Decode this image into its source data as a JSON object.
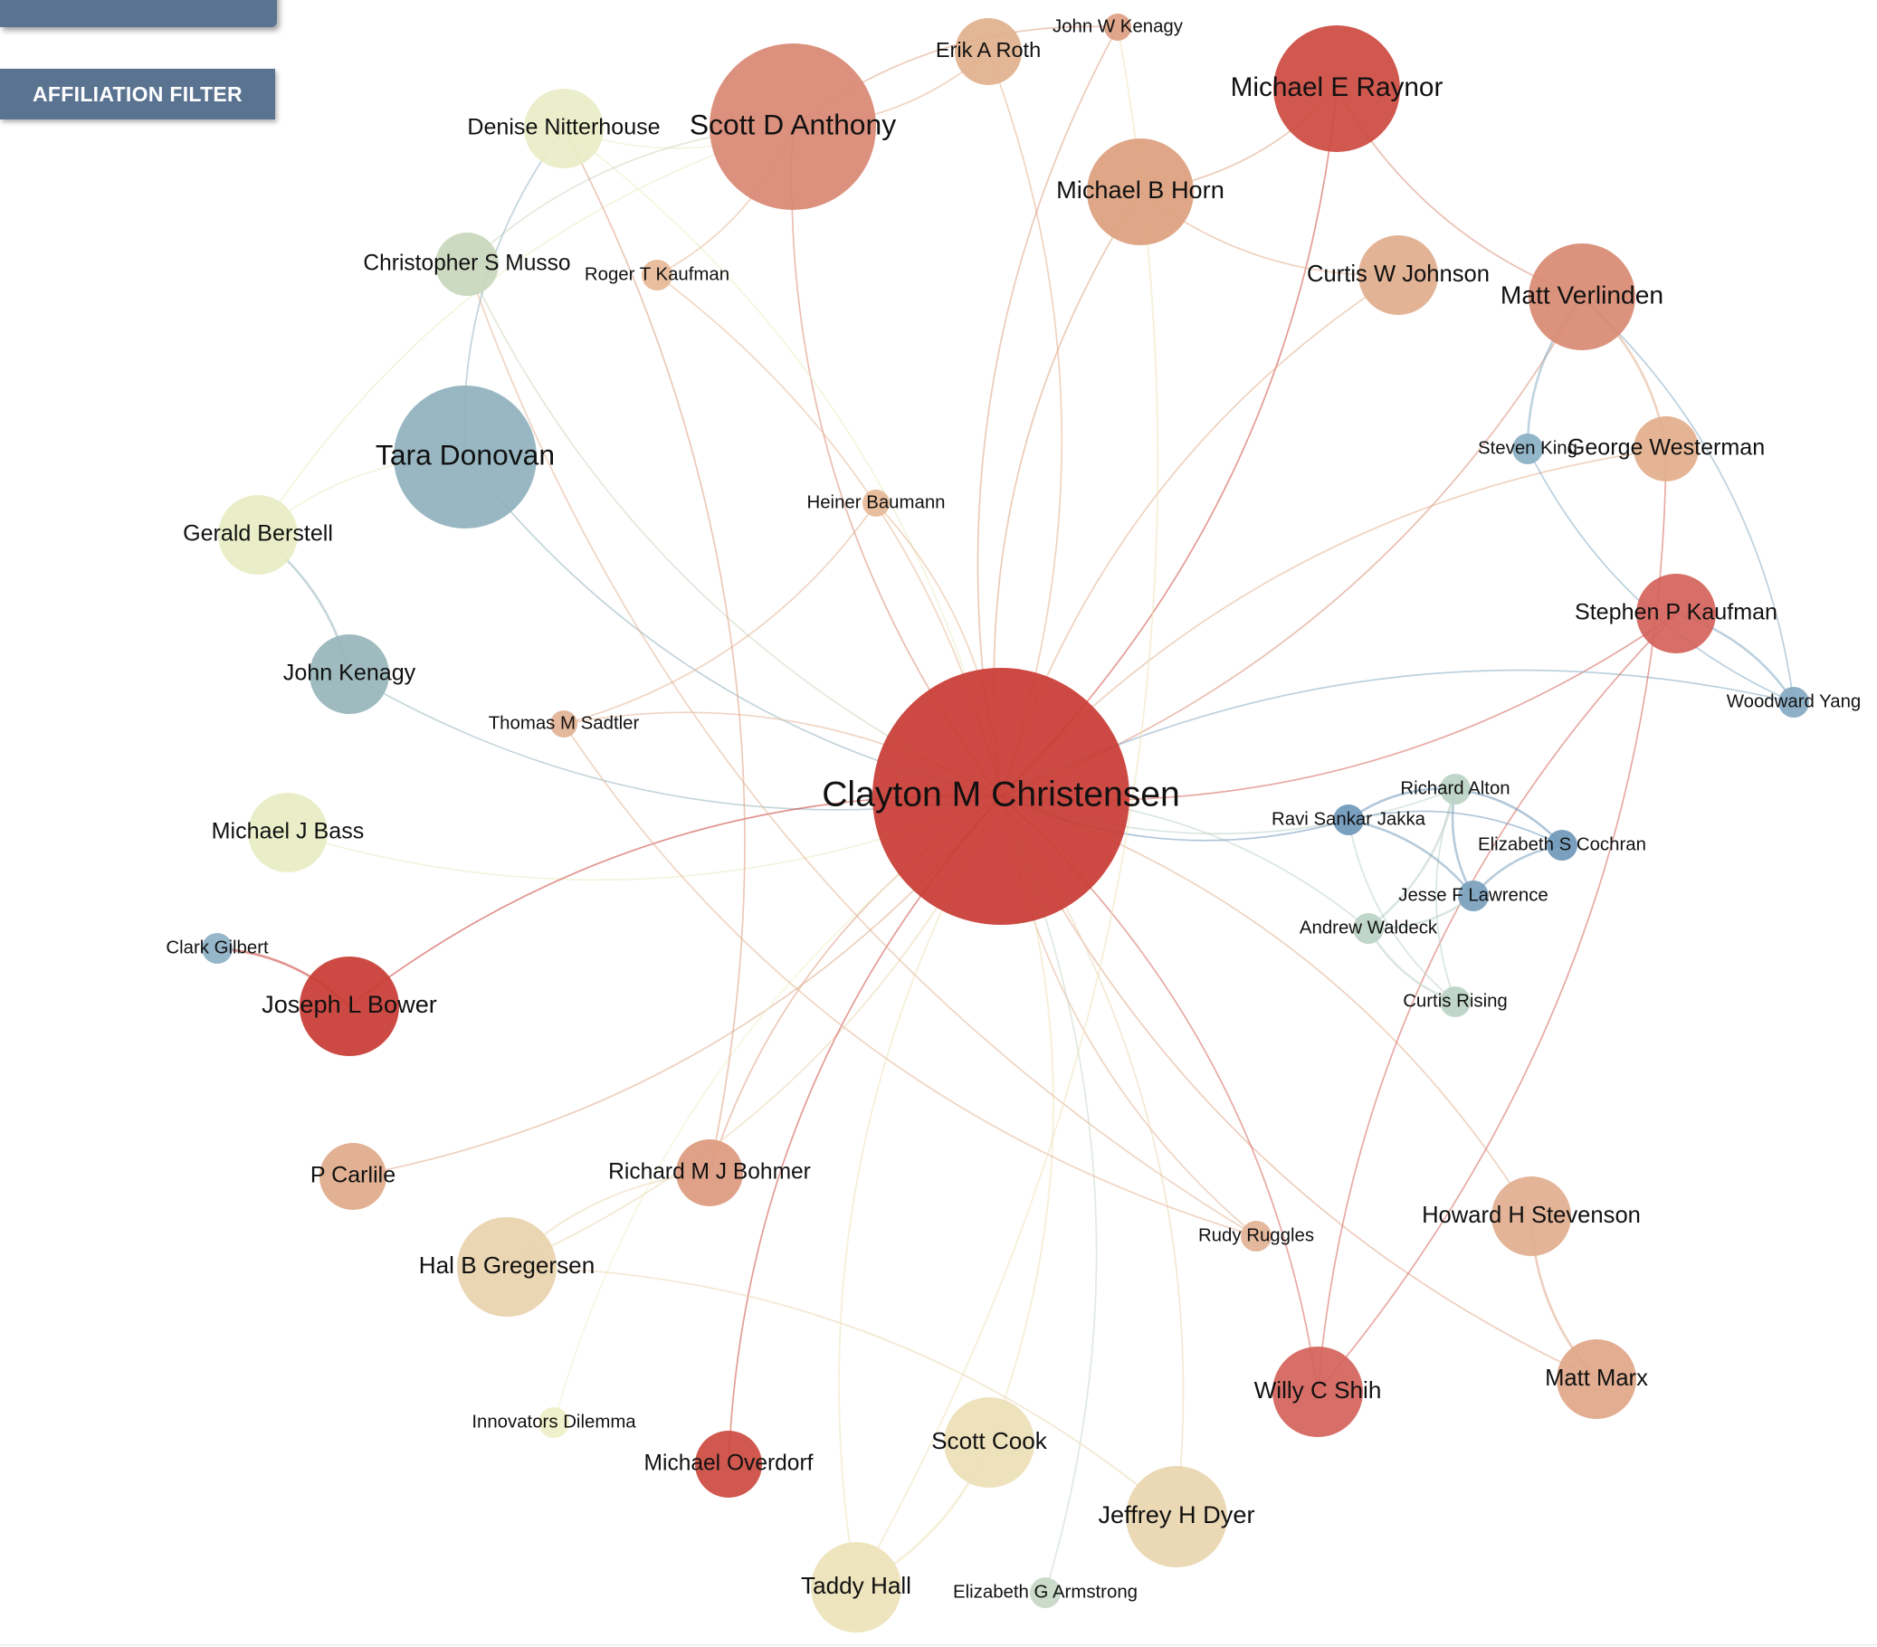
{
  "controls": {
    "affiliation_filter_label": "AFFILIATION FILTER"
  },
  "nodes": [
    {
      "id": "clayton",
      "label": "Clayton M Christensen",
      "color": "#c83b33"
    },
    {
      "id": "scott_anthony",
      "label": "Scott D Anthony",
      "color": "#d98873"
    },
    {
      "id": "raynor",
      "label": "Michael E Raynor",
      "color": "#cc4a40"
    },
    {
      "id": "horn",
      "label": "Michael B Horn",
      "color": "#dca07e"
    },
    {
      "id": "erik_roth",
      "label": "Erik A Roth",
      "color": "#e1b08c"
    },
    {
      "id": "john_w_kenagy",
      "label": "John W Kenagy",
      "color": "#dd9f82"
    },
    {
      "id": "nitterhouse",
      "label": "Denise Nitterhouse",
      "color": "#e9edc5"
    },
    {
      "id": "musso",
      "label": "Christopher S Musso",
      "color": "#c9d7bd"
    },
    {
      "id": "roger_kaufman",
      "label": "Roger T Kaufman",
      "color": "#e6b896"
    },
    {
      "id": "curtis_johnson",
      "label": "Curtis W Johnson",
      "color": "#e1ad8c"
    },
    {
      "id": "verlinden",
      "label": "Matt Verlinden",
      "color": "#d88a72"
    },
    {
      "id": "tara_donovan",
      "label": "Tara Donovan",
      "color": "#8fb1bd"
    },
    {
      "id": "berstell",
      "label": "Gerald Berstell",
      "color": "#e8edc3"
    },
    {
      "id": "baumann",
      "label": "Heiner Baumann",
      "color": "#e6b896"
    },
    {
      "id": "steven_king",
      "label": "Steven King",
      "color": "#8ab0c4"
    },
    {
      "id": "westerman",
      "label": "George Westerman",
      "color": "#e2ae8c"
    },
    {
      "id": "stephen_kaufman",
      "label": "Stephen P Kaufman",
      "color": "#d4625a"
    },
    {
      "id": "woodward_yang",
      "label": "Woodward Yang",
      "color": "#84a9c2"
    },
    {
      "id": "john_kenagy",
      "label": "John Kenagy",
      "color": "#97b5bb"
    },
    {
      "id": "sadtler",
      "label": "Thomas M Sadtler",
      "color": "#e2b294"
    },
    {
      "id": "bass",
      "label": "Michael J Bass",
      "color": "#e8edc3"
    },
    {
      "id": "alton",
      "label": "Richard Alton",
      "color": "#bcd2c6"
    },
    {
      "id": "jakka",
      "label": "Ravi Sankar Jakka",
      "color": "#6f98bb"
    },
    {
      "id": "cochran",
      "label": "Elizabeth S Cochran",
      "color": "#7098ba"
    },
    {
      "id": "lawrence",
      "label": "Jesse F Lawrence",
      "color": "#7aa1bd"
    },
    {
      "id": "waldeck",
      "label": "Andrew Waldeck",
      "color": "#bcd2c6"
    },
    {
      "id": "clark_gilbert",
      "label": "Clark Gilbert",
      "color": "#8db0c6"
    },
    {
      "id": "bower",
      "label": "Joseph L Bower",
      "color": "#c83b33"
    },
    {
      "id": "rising",
      "label": "Curtis Rising",
      "color": "#bcd2c6"
    },
    {
      "id": "carlile",
      "label": "P Carlile",
      "color": "#dfaa8a"
    },
    {
      "id": "bohmer",
      "label": "Richard M J Bohmer",
      "color": "#dc9a7e"
    },
    {
      "id": "stevenson",
      "label": "Howard H Stevenson",
      "color": "#e1ae8e"
    },
    {
      "id": "ruggles",
      "label": "Rudy Ruggles",
      "color": "#e2b294"
    },
    {
      "id": "gregersen",
      "label": "Hal B Gregersen",
      "color": "#e8d3ad"
    },
    {
      "id": "marx",
      "label": "Matt Marx",
      "color": "#e0a688"
    },
    {
      "id": "shih",
      "label": "Willy C Shih",
      "color": "#d4625a"
    },
    {
      "id": "dilemma",
      "label": "Innovators Dilemma",
      "color": "#eef0c8"
    },
    {
      "id": "scott_cook",
      "label": "Scott Cook",
      "color": "#ede0b6"
    },
    {
      "id": "overdorf",
      "label": "Michael Overdorf",
      "color": "#cc4a40"
    },
    {
      "id": "dyer",
      "label": "Jeffrey H Dyer",
      "color": "#e9d6b0"
    },
    {
      "id": "taddy_hall",
      "label": "Taddy Hall",
      "color": "#ede2b8"
    },
    {
      "id": "armstrong",
      "label": "Elizabeth G Armstrong",
      "color": "#c6d8c6"
    }
  ],
  "edges": [
    [
      "clayton",
      "scott_anthony"
    ],
    [
      "clayton",
      "raynor"
    ],
    [
      "clayton",
      "horn"
    ],
    [
      "clayton",
      "erik_roth"
    ],
    [
      "clayton",
      "john_w_kenagy"
    ],
    [
      "clayton",
      "nitterhouse"
    ],
    [
      "clayton",
      "musso"
    ],
    [
      "clayton",
      "roger_kaufman"
    ],
    [
      "clayton",
      "curtis_johnson"
    ],
    [
      "clayton",
      "verlinden"
    ],
    [
      "clayton",
      "tara_donovan"
    ],
    [
      "clayton",
      "baumann"
    ],
    [
      "clayton",
      "westerman"
    ],
    [
      "clayton",
      "stephen_kaufman"
    ],
    [
      "clayton",
      "john_kenagy"
    ],
    [
      "clayton",
      "sadtler"
    ],
    [
      "clayton",
      "bass"
    ],
    [
      "clayton",
      "alton"
    ],
    [
      "clayton",
      "waldeck"
    ],
    [
      "clayton",
      "bower"
    ],
    [
      "clayton",
      "carlile"
    ],
    [
      "clayton",
      "bohmer"
    ],
    [
      "clayton",
      "stevenson"
    ],
    [
      "clayton",
      "ruggles"
    ],
    [
      "clayton",
      "gregersen"
    ],
    [
      "clayton",
      "marx"
    ],
    [
      "clayton",
      "shih"
    ],
    [
      "clayton",
      "dilemma"
    ],
    [
      "clayton",
      "scott_cook"
    ],
    [
      "clayton",
      "overdorf"
    ],
    [
      "clayton",
      "dyer"
    ],
    [
      "clayton",
      "taddy_hall"
    ],
    [
      "clayton",
      "armstrong"
    ],
    [
      "clayton",
      "jakka"
    ],
    [
      "clayton",
      "woodward_yang"
    ],
    [
      "scott_anthony",
      "erik_roth"
    ],
    [
      "scott_anthony",
      "nitterhouse"
    ],
    [
      "scott_anthony",
      "musso"
    ],
    [
      "scott_anthony",
      "roger_kaufman"
    ],
    [
      "scott_anthony",
      "berstell"
    ],
    [
      "scott_anthony",
      "john_w_kenagy"
    ],
    [
      "nitterhouse",
      "tara_donovan"
    ],
    [
      "nitterhouse",
      "bohmer"
    ],
    [
      "tara_donovan",
      "berstell"
    ],
    [
      "berstell",
      "john_kenagy"
    ],
    [
      "raynor",
      "verlinden"
    ],
    [
      "raynor",
      "horn"
    ],
    [
      "horn",
      "curtis_johnson"
    ],
    [
      "verlinden",
      "westerman"
    ],
    [
      "verlinden",
      "steven_king"
    ],
    [
      "verlinden",
      "woodward_yang"
    ],
    [
      "steven_king",
      "woodward_yang"
    ],
    [
      "stephen_kaufman",
      "woodward_yang"
    ],
    [
      "stephen_kaufman",
      "shih"
    ],
    [
      "baumann",
      "sadtler"
    ],
    [
      "sadtler",
      "ruggles"
    ],
    [
      "clark_gilbert",
      "bower"
    ],
    [
      "bohmer",
      "gregersen"
    ],
    [
      "gregersen",
      "dyer"
    ],
    [
      "stevenson",
      "marx"
    ],
    [
      "scott_cook",
      "taddy_hall"
    ],
    [
      "alton",
      "jakka"
    ],
    [
      "alton",
      "cochran"
    ],
    [
      "alton",
      "lawrence"
    ],
    [
      "alton",
      "waldeck"
    ],
    [
      "alton",
      "rising"
    ],
    [
      "jakka",
      "cochran"
    ],
    [
      "jakka",
      "rising"
    ],
    [
      "jakka",
      "lawrence"
    ],
    [
      "cochran",
      "lawrence"
    ],
    [
      "lawrence",
      "waldeck"
    ],
    [
      "waldeck",
      "rising"
    ],
    [
      "westerman",
      "shih"
    ],
    [
      "musso",
      "ruggles"
    ],
    [
      "john_w_kenagy",
      "taddy_hall"
    ]
  ]
}
